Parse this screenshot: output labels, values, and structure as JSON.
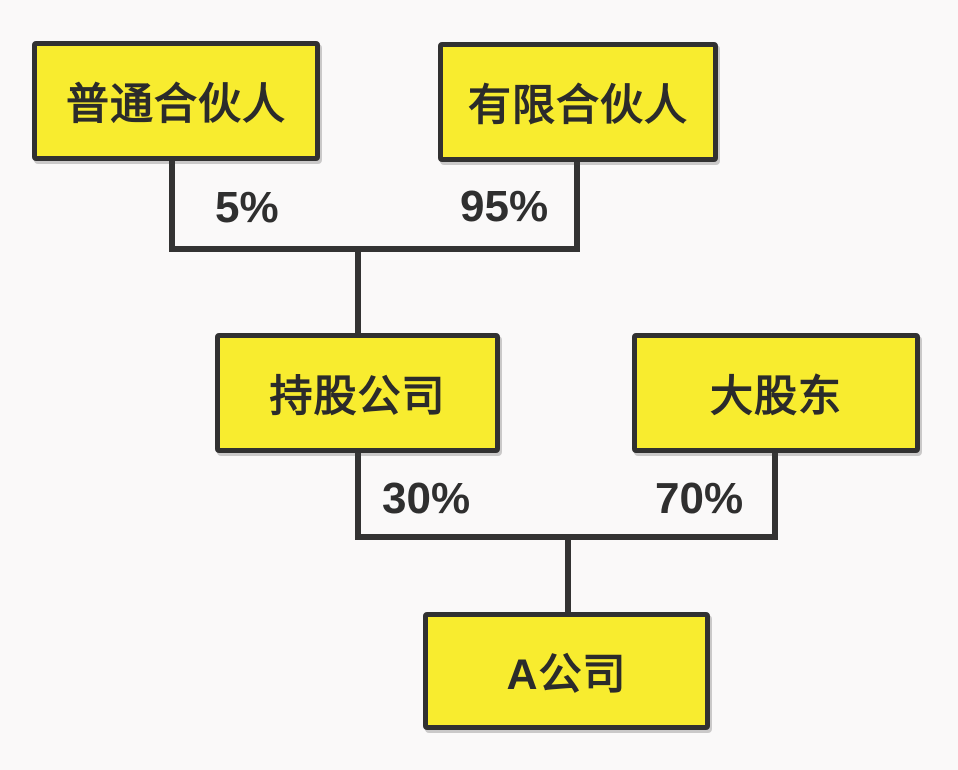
{
  "diagram": {
    "type": "shareholding-structure-flowchart",
    "colors": {
      "background": "#faf9f9",
      "node_fill": "#f8ec2f",
      "node_border": "#313131",
      "connector": "#333333",
      "text": "#2b2b2b"
    },
    "nodes": [
      {
        "id": "general-partner",
        "label": "普通合伙人"
      },
      {
        "id": "limited-partner",
        "label": "有限合伙人"
      },
      {
        "id": "holding-company",
        "label": "持股公司"
      },
      {
        "id": "major-shareholder",
        "label": "大股东"
      },
      {
        "id": "company-a",
        "label": "A公司"
      }
    ],
    "edges": [
      {
        "from": "general-partner",
        "to": "holding-company",
        "label": "5%"
      },
      {
        "from": "limited-partner",
        "to": "holding-company",
        "label": "95%"
      },
      {
        "from": "holding-company",
        "to": "company-a",
        "label": "30%"
      },
      {
        "from": "major-shareholder",
        "to": "company-a",
        "label": "70%"
      }
    ]
  }
}
